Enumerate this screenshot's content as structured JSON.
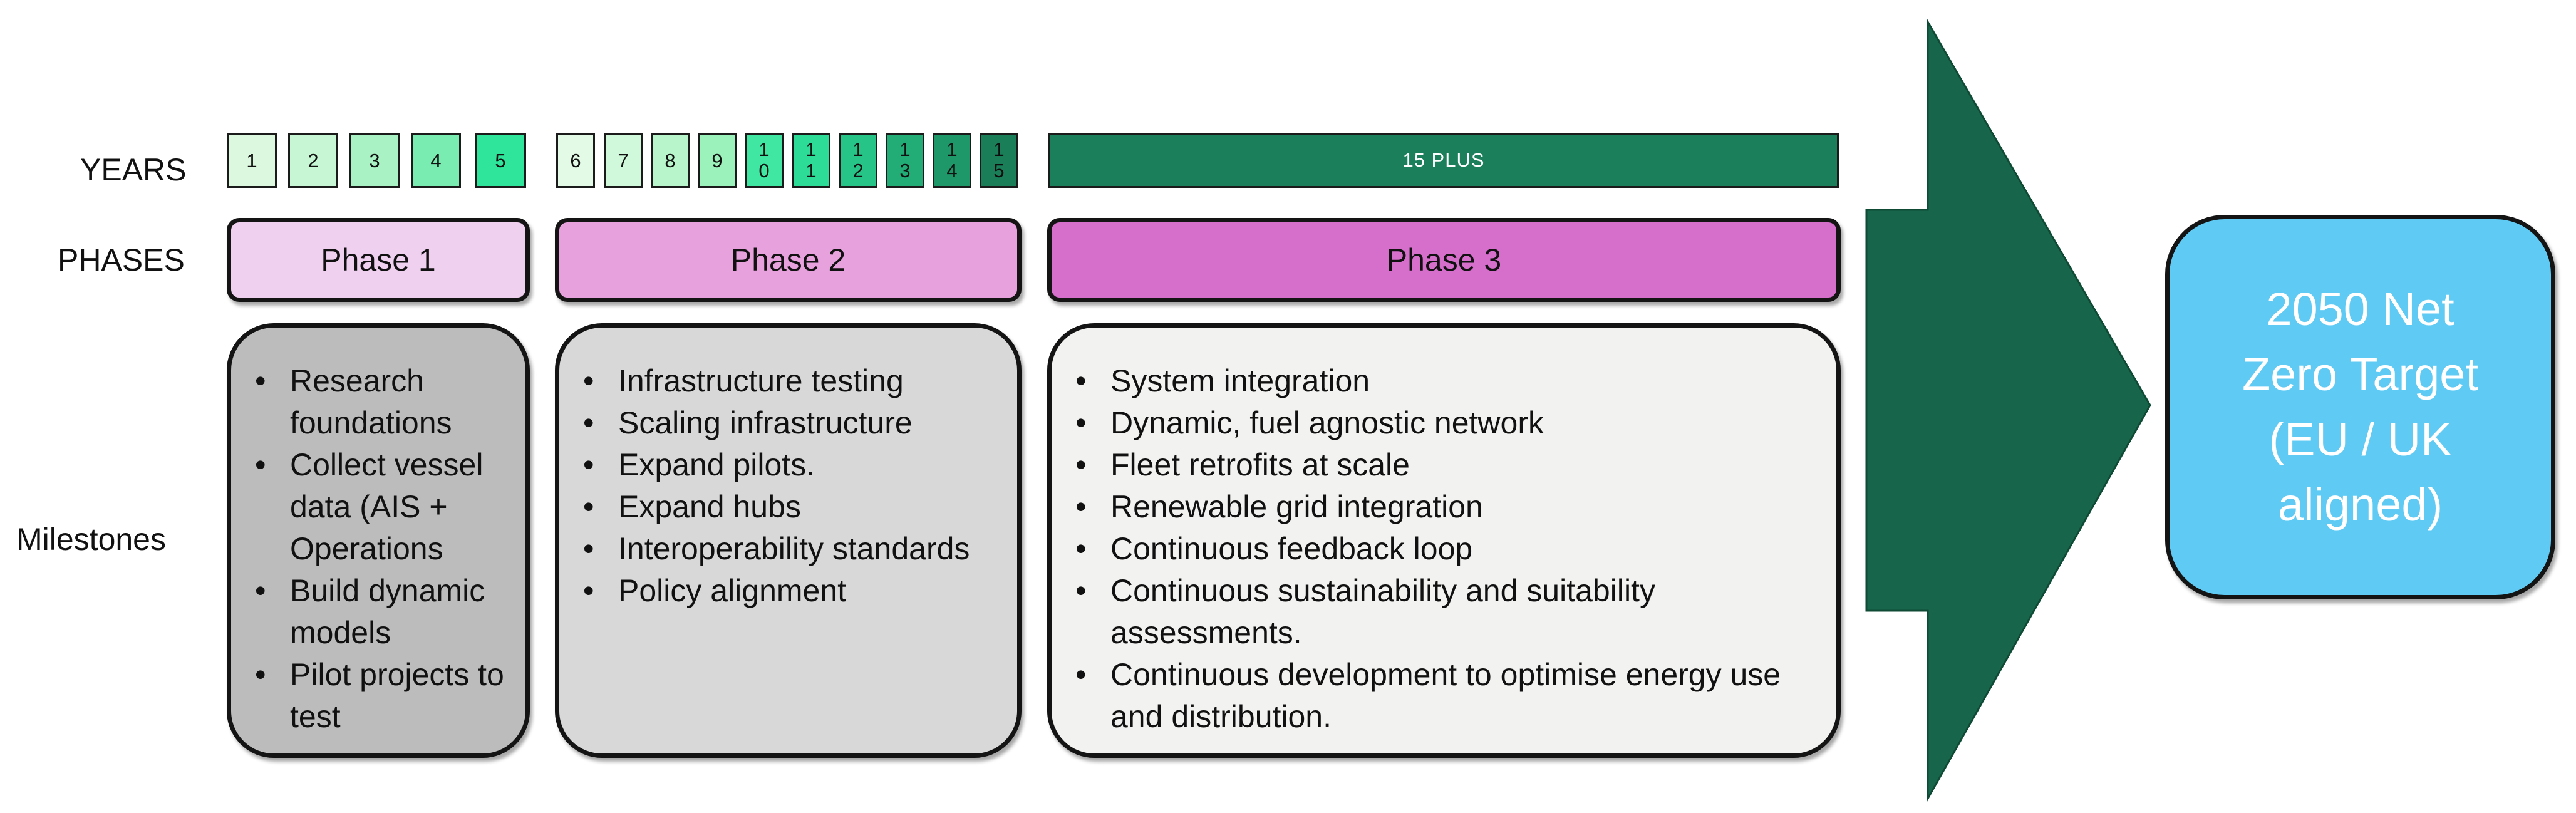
{
  "row_labels": {
    "years": "YEARS",
    "phases": "PHASES",
    "milestones": "Milestones"
  },
  "years": {
    "group1": [
      "1",
      "2",
      "3",
      "4",
      "5"
    ],
    "group2": [
      "6",
      "7",
      "8",
      "9",
      "1 0",
      "1 1",
      "1 2",
      "1 3",
      "1 4",
      "1 5"
    ],
    "plus_label": "15 PLUS"
  },
  "phases": [
    {
      "label": "Phase 1",
      "color": "#f0d0ef"
    },
    {
      "label": "Phase 2",
      "color": "#e7a2dd"
    },
    {
      "label": "Phase 3",
      "color": "#d66ecb"
    }
  ],
  "milestones": {
    "phase1": [
      "Research foundations",
      "Collect vessel data (AIS + Operations",
      "Build dynamic models",
      "Pilot projects to test"
    ],
    "phase2": [
      "Infrastructure testing",
      "Scaling infrastructure",
      "Expand pilots.",
      "Expand hubs",
      "Interoperability standards",
      "Policy alignment"
    ],
    "phase3": [
      "System integration",
      "Dynamic, fuel agnostic network",
      "Fleet retrofits at scale",
      "Renewable grid integration",
      "Continuous feedback loop",
      "Continuous sustainability and suitability assessments.",
      "Continuous development to optimise energy use and distribution."
    ]
  },
  "target": {
    "lines": [
      "2050 Net",
      "Zero Target",
      "(EU / UK",
      "aligned)"
    ],
    "color": "#5fcaf3"
  },
  "colors": {
    "arrow": "#17664b",
    "year_plus": "#1a7f5a",
    "milestone_fills": [
      "#bcbcbc",
      "#d8d8d8",
      "#f2f2f0"
    ]
  }
}
